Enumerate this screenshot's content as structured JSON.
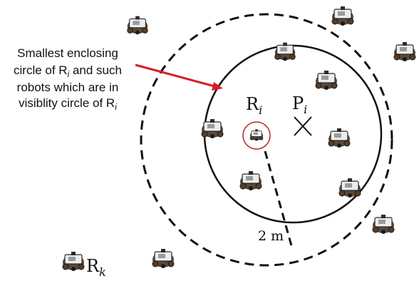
{
  "annotation": {
    "line1": "Smallest enclosing",
    "line2_pre": "circle of R",
    "line2_sub": "i",
    "line2_post": " and such",
    "line3": "robots which are in",
    "line4_pre": "visiblity circle of R",
    "line4_sub": "i"
  },
  "labels": {
    "robot_i": {
      "main": "R",
      "sub": "i"
    },
    "point_i": {
      "main": "P",
      "sub": "i"
    },
    "robot_k": {
      "main": "R",
      "sub": "k"
    },
    "distance": "2 m"
  },
  "colors": {
    "stroke": "#111111",
    "arrow": "#d81e2a",
    "highlight_circle": "#b22a2e",
    "robot_body": "#e8e8e8",
    "robot_dark": "#2a2a2a",
    "robot_wheel": "#5a3c22"
  },
  "icons": [
    "robot-icon"
  ]
}
